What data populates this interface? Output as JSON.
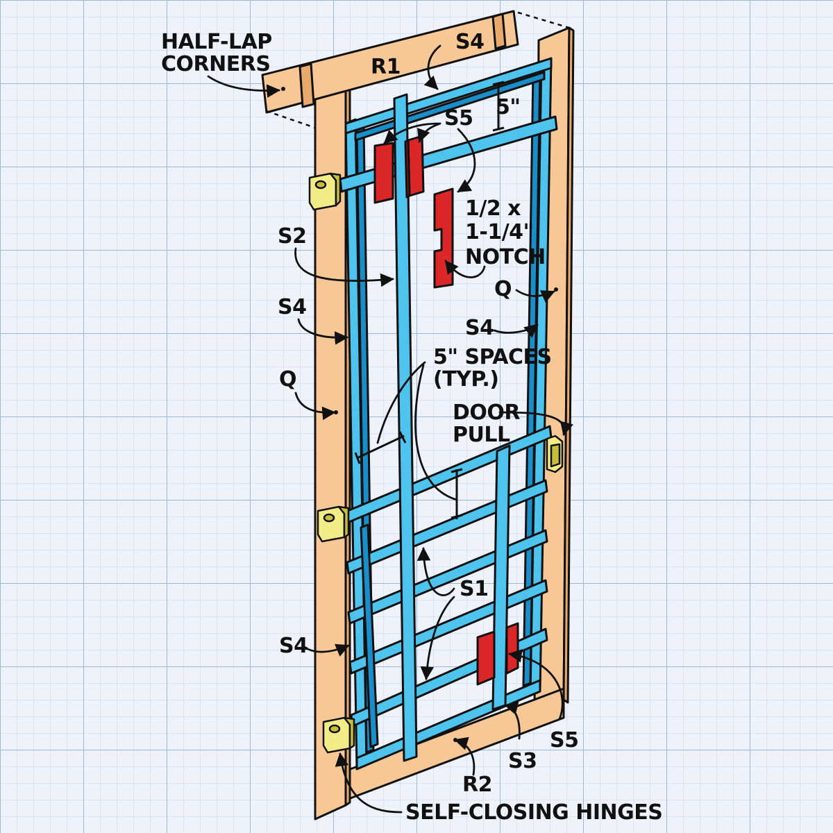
{
  "colors": {
    "grid_background": "#eef3fb",
    "grid_minor": "#c9d7ee",
    "grid_major": "#9fb6dc",
    "wood": "#f7c896",
    "wood_shade": "#e8a96d",
    "screen_frame": "#4ec3ee",
    "screen_frame_shade": "#1a8ec9",
    "spacer_block": "#db2728",
    "spacer_block_shade": "#a51518",
    "hinge": "#f1ec85",
    "hinge_shade": "#c9be3a",
    "outline": "#111111"
  },
  "labels": {
    "half_lap_line1": "HALF-LAP",
    "half_lap_line2": "CORNERS",
    "r1": "R1",
    "s4_top": "S4",
    "dim_5in": "5\"",
    "s5_top": "S5",
    "notch_line1": "1/2 x",
    "notch_line2": "1-1/4\"",
    "notch_line3": "NOTCH",
    "s2": "S2",
    "q_right": "Q",
    "s4_left_mid": "S4",
    "s4_right_mid": "S4",
    "spaces_line1": "5\" SPACES",
    "spaces_line2": "(TYP.)",
    "q_left": "Q",
    "door_pull_line1": "DOOR",
    "door_pull_line2": "PULL",
    "s1": "S1",
    "s4_left_low": "S4",
    "s5_bottom": "S5",
    "s3": "S3",
    "r2": "R2",
    "hinges": "SELF-CLOSING HINGES"
  }
}
